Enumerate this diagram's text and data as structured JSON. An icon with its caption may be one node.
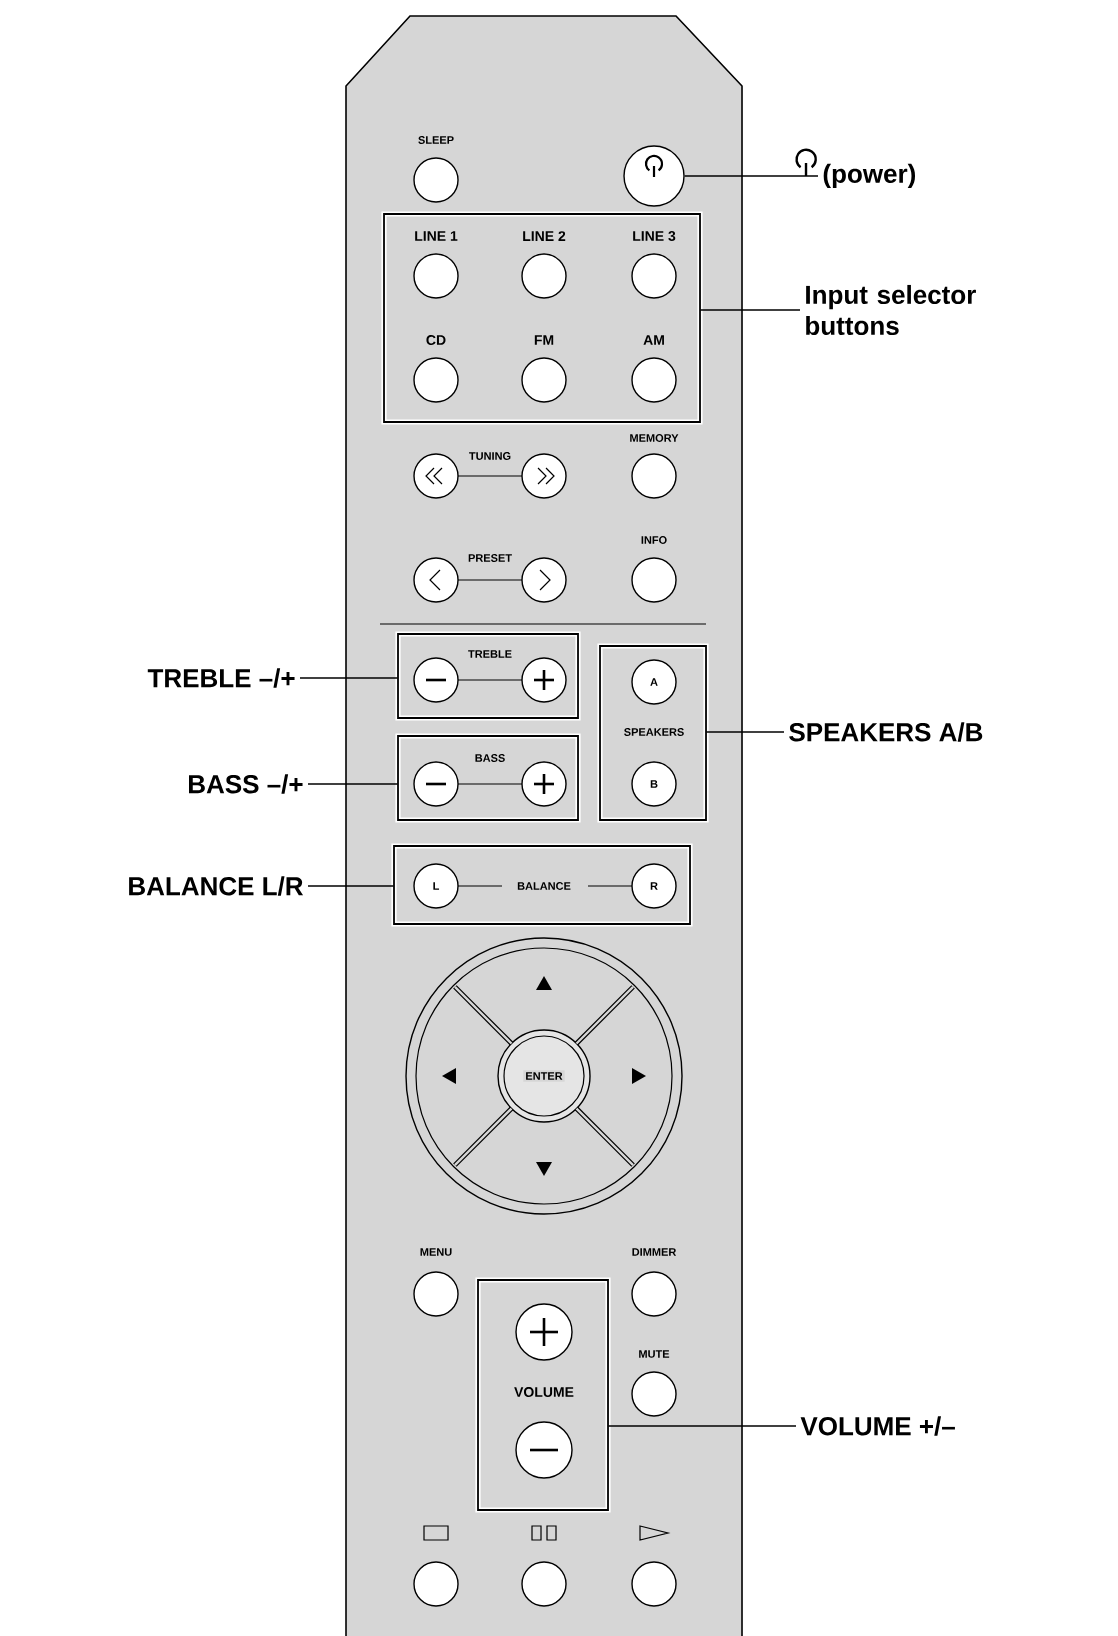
{
  "diagram": {
    "nodes": [
      {
        "text": [
          "(power)"
        ]
      },
      {
        "text": [],
        "shape": "circle"
      },
      {
        "text": [
          "Input selector buttons"
        ]
      },
      {
        "text": [
          "LINE 1",
          "LINE 2",
          "LINE 3",
          "CD",
          "FM",
          "AM"
        ]
      },
      {
        "text": [
          "TREBLE –/+"
        ]
      },
      {
        "text": [
          "TREBLE"
        ]
      },
      {
        "text": [
          "BASS –/+"
        ]
      },
      {
        "text": [
          "BASS"
        ]
      },
      {
        "text": [
          "BALANCE L/R"
        ]
      },
      {
        "text": [
          "L",
          "BALANCE",
          "R"
        ]
      },
      {
        "text": [
          "SPEAKERS A/B"
        ]
      },
      {
        "text": [
          "A",
          "SPEAKERS",
          "B"
        ]
      },
      {
        "text": [
          "VOLUME +/–"
        ]
      },
      {
        "text": [
          "VOLUME"
        ]
      }
    ],
    "edges": [
      {
        "from": 0,
        "to": 1,
        "arrow": "none"
      },
      {
        "from": 2,
        "to": 3,
        "arrow": "none"
      },
      {
        "from": 4,
        "to": 5,
        "arrow": "none"
      },
      {
        "from": 6,
        "to": 7,
        "arrow": "none"
      },
      {
        "from": 8,
        "to": 9,
        "arrow": "none"
      },
      {
        "from": 10,
        "to": 11,
        "arrow": "none"
      },
      {
        "from": 12,
        "to": 13,
        "arrow": "none"
      }
    ],
    "labels": [
      "SLEEP",
      "TUNING",
      "MEMORY",
      "PRESET",
      "INFO",
      "ENTER",
      "MENU",
      "DIMMER",
      "MUTE"
    ]
  }
}
